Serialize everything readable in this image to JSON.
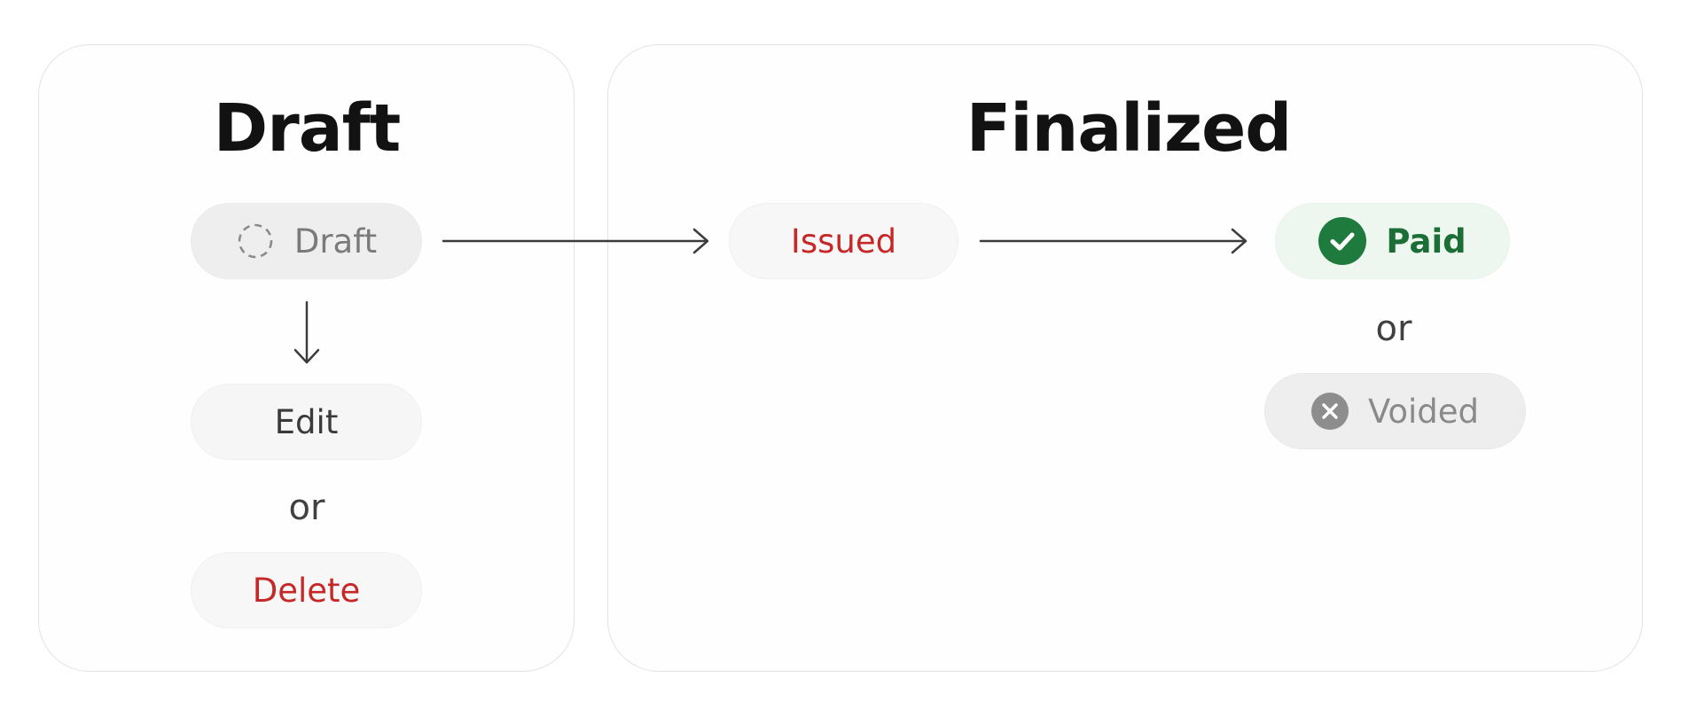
{
  "panels": {
    "draft": {
      "title": "Draft",
      "status_pill": {
        "label": "Draft",
        "icon": "dashed-circle-icon"
      },
      "edit_label": "Edit",
      "or_label": "or",
      "delete_label": "Delete"
    },
    "finalized": {
      "title": "Finalized",
      "issued_label": "Issued",
      "paid_pill": {
        "label": "Paid",
        "icon": "check-circle-icon"
      },
      "or_label": "or",
      "voided_pill": {
        "label": "Voided",
        "icon": "x-circle-icon"
      }
    }
  },
  "colors": {
    "red_text": "#c62828",
    "green_text": "#1b6e35",
    "green_icon": "#1e7a3d",
    "gray_text": "#7a7a7a",
    "void_icon": "#8d8d8d",
    "arrow": "#3c3c3c"
  }
}
